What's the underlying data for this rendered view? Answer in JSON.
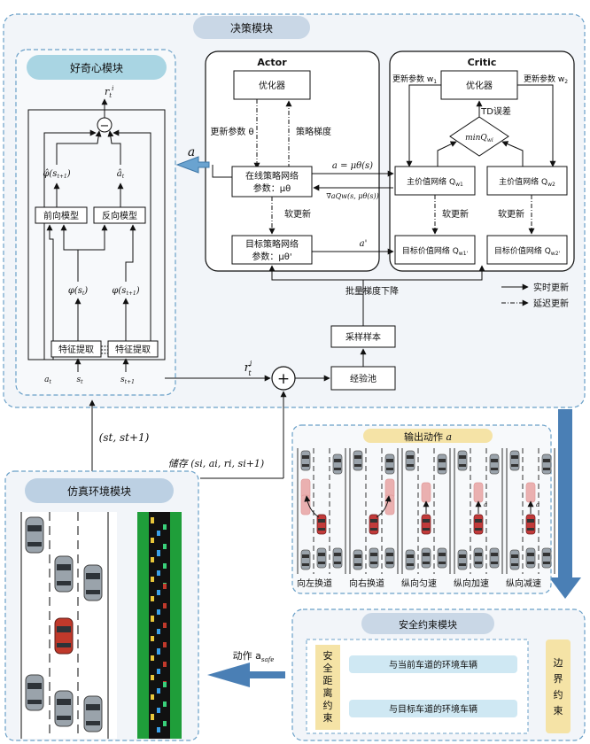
{
  "decision": {
    "title": "决策模块",
    "curiosity": {
      "title": "好奇心模块",
      "r_i_top": "r",
      "minus": "−",
      "phi_hat": "φ̂(s",
      "phi_hat_sub": "t+1",
      "a_hat": "â",
      "a_hat_sub": "t",
      "forward_model": "前向模型",
      "inverse_model": "反向模型",
      "phi_st": "φ(s",
      "phi_st_sub": "t",
      "phi_st1": "φ(s",
      "phi_st1_sub": "t+1",
      "feature1": "特征提取",
      "feature2": "特征提取",
      "in_a": "a",
      "in_a_sub": "t",
      "in_s": "s",
      "in_s_sub": "t",
      "in_s1": "s",
      "in_s1_sub": "t+1"
    },
    "actor": {
      "title": "Actor",
      "optimizer": "优化器",
      "update_param": "更新参数 θ",
      "policy_grad": "策略梯度",
      "online_net_l1": "在线策略网络",
      "online_net_l2": "参数：μθ",
      "soft_update": "软更新",
      "target_net_l1": "目标策略网络",
      "target_net_l2": "参数：μθ'"
    },
    "critic": {
      "title": "Critic",
      "optimizer": "优化器",
      "update_w1": "更新参数 w",
      "update_w1_sub": "1",
      "update_w2": "更新参数 w",
      "update_w2_sub": "2",
      "td_error": "TD误差",
      "min_q": "minQ",
      "min_q_sub": "wi",
      "main_q1": "主价值网络 Q",
      "main_q1_sub": "w1",
      "main_q2": "主价值网络 Q",
      "main_q2_sub": "w2",
      "soft_update": "软更新",
      "target_q1": "目标价值网络 Q",
      "target_q1_sub": "w1'",
      "target_q2": "目标价值网络 Q",
      "target_q2_sub": "w2'"
    },
    "action_eq": "a = μθ(s)",
    "grad_eq": "∇aQw(s, μθ(s))",
    "a_prime": "a'",
    "batch_grad": "批量梯度下降",
    "sample": "采样样本",
    "replay": "经验池",
    "legend_real": "实时更新",
    "legend_delay": "延迟更新",
    "a_out": "a",
    "plus": "+",
    "r_label": "r",
    "r_label_sup": "i",
    "r_label_sub": "t"
  },
  "store_label": "储存 (si, ai, ri, si+1)",
  "state_label": "(st, st+1)",
  "sim": {
    "title": "仿真环境模块"
  },
  "output_actions": {
    "title": "输出动作 ",
    "title_var": "a",
    "labels": [
      "向左换道",
      "向右换道",
      "纵向匀速",
      "纵向加速",
      "纵向减速"
    ]
  },
  "safety": {
    "title": "安全约束模块",
    "distance": "安全距离约束",
    "current_lane": "与当前车道的环境车辆",
    "target_lane": "与目标车道的环境车辆",
    "boundary": "边界约束",
    "action_safe": "动作 a",
    "action_safe_sub": "safe"
  },
  "colors": {
    "panel_fill": "#f2f5f9",
    "title_fill": "#bcd0e3",
    "curiosity_title": "#a9d5e3",
    "arrow_blue": "#4a7fb5",
    "dash": "#6aa0c8",
    "green_road": "#1f9e3a",
    "yellow": "#f5e3a6",
    "light_blue_box": "#cfe8f3"
  }
}
